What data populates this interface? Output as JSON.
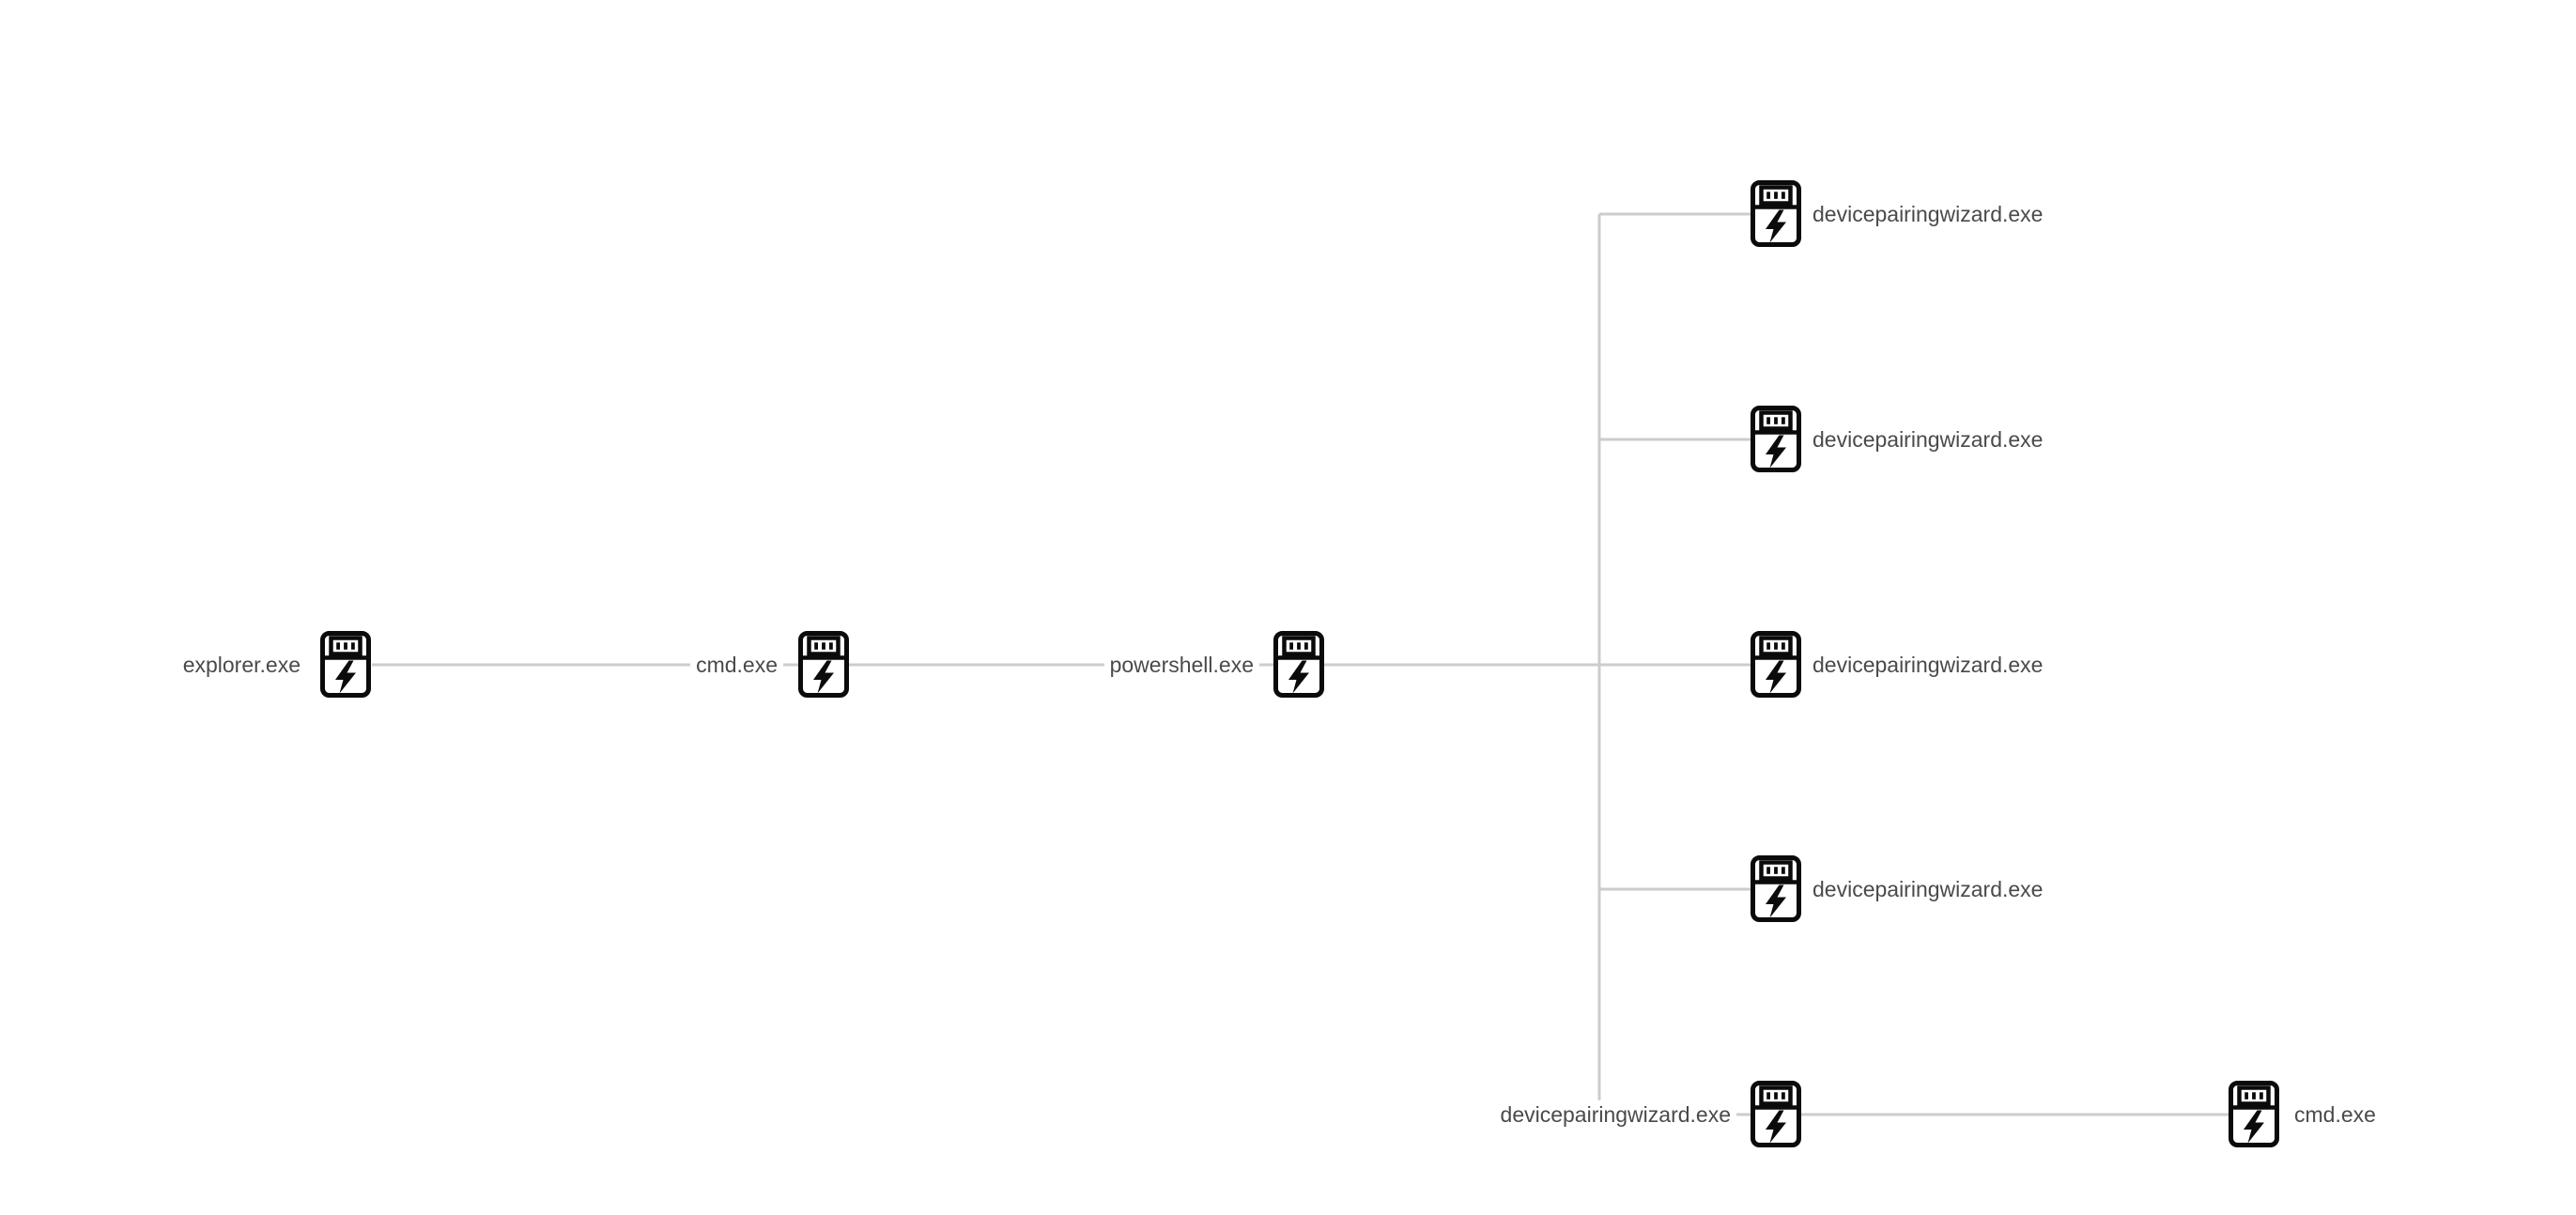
{
  "diagram_type": "process-tree",
  "palette": {
    "background": "#ffffff",
    "connector": "#cccccc",
    "label_text": "#4a4a4a",
    "icon": "#0b0b0b"
  },
  "icon_name": "process-executable-icon",
  "nodes": [
    {
      "label": "explorer.exe",
      "label_side": "left",
      "depth": 0
    },
    {
      "label": "cmd.exe",
      "label_side": "left",
      "depth": 1
    },
    {
      "label": "powershell.exe",
      "label_side": "left",
      "depth": 2
    },
    {
      "label": "devicepairingwizard.exe",
      "label_side": "right",
      "depth": 3
    },
    {
      "label": "devicepairingwizard.exe",
      "label_side": "right",
      "depth": 3
    },
    {
      "label": "devicepairingwizard.exe",
      "label_side": "right",
      "depth": 3
    },
    {
      "label": "devicepairingwizard.exe",
      "label_side": "right",
      "depth": 3
    },
    {
      "label": "devicepairingwizard.exe",
      "label_side": "left",
      "depth": 3
    },
    {
      "label": "cmd.exe",
      "label_side": "right",
      "depth": 4
    }
  ],
  "edges": [
    {
      "parent": "explorer.exe",
      "child": "cmd.exe"
    },
    {
      "parent": "cmd.exe",
      "child": "powershell.exe"
    },
    {
      "parent": "powershell.exe",
      "child": "devicepairingwizard.exe",
      "child_instances": 5
    },
    {
      "parent": "devicepairingwizard.exe",
      "child": "cmd.exe"
    }
  ]
}
